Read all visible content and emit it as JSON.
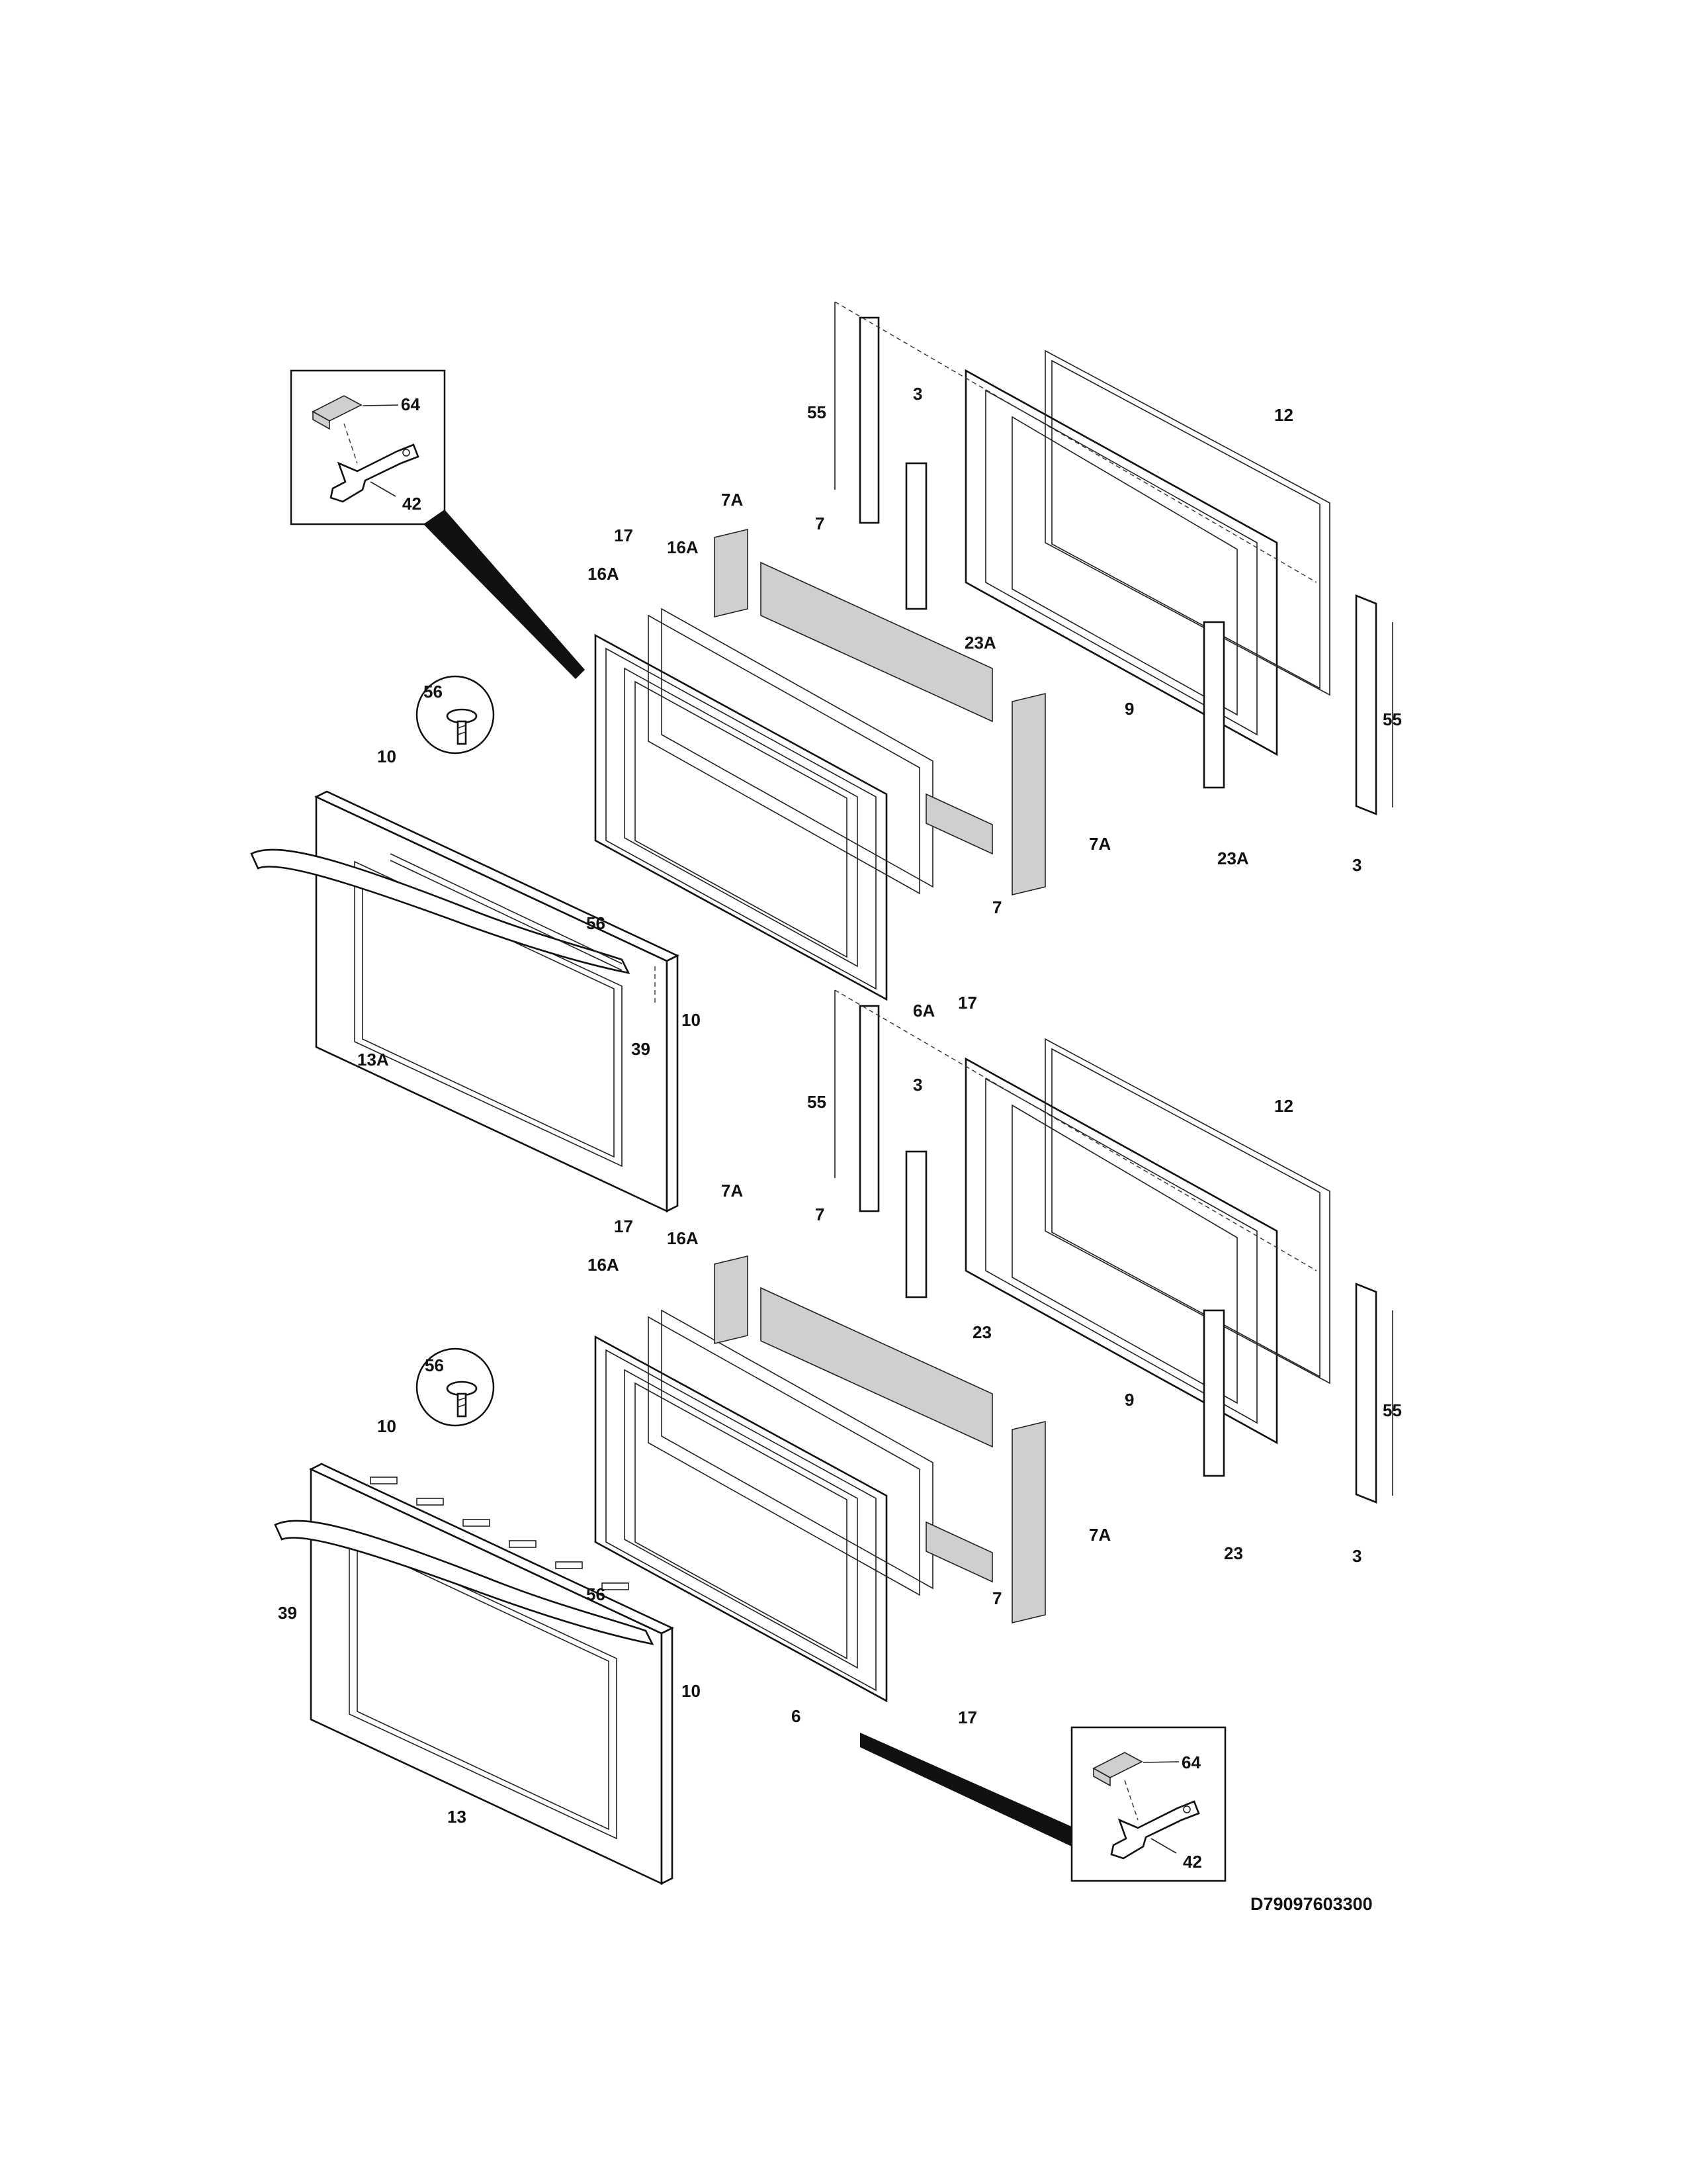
{
  "drawing_code": "D79097603300",
  "callouts": {
    "top": {
      "inset": [
        "64",
        "42"
      ],
      "screw": "56",
      "parts": [
        "55",
        "3",
        "12",
        "7A",
        "7",
        "17",
        "16A",
        "16A",
        "23A",
        "9",
        "55",
        "10",
        "7A",
        "23A",
        "3",
        "7",
        "56",
        "10",
        "6A",
        "17",
        "39",
        "13A"
      ]
    },
    "bottom": {
      "inset": [
        "64",
        "42"
      ],
      "screw": "56",
      "parts": [
        "55",
        "3",
        "12",
        "7A",
        "7",
        "17",
        "16A",
        "16A",
        "23",
        "9",
        "55",
        "10",
        "7A",
        "23",
        "3",
        "7",
        "56",
        "10",
        "39",
        "6",
        "17",
        "13"
      ]
    }
  }
}
